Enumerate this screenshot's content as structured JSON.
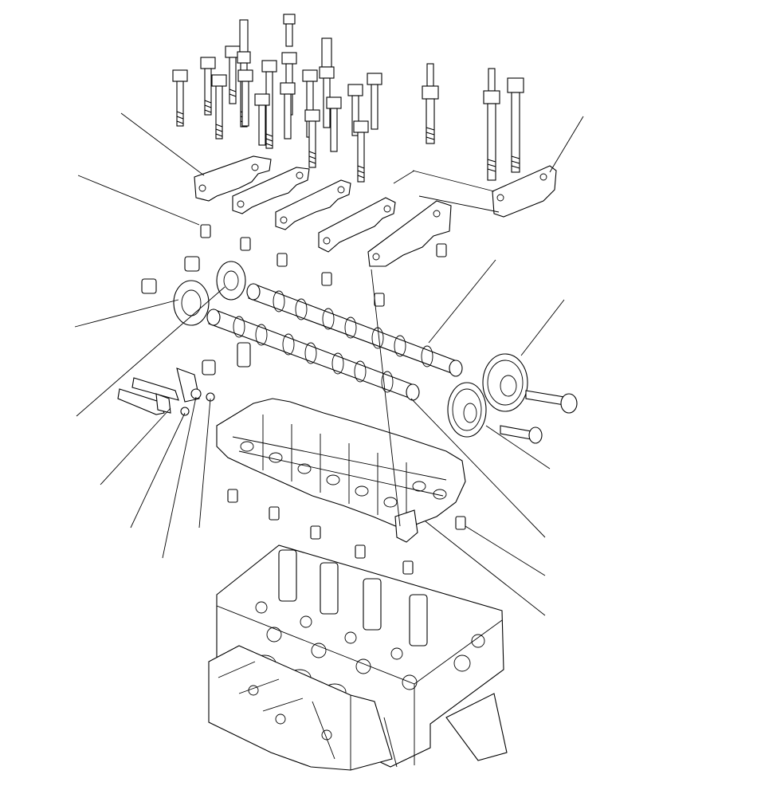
{
  "diagram": {
    "type": "exploded-parts-diagram",
    "labels_visible": false,
    "components": [
      "cam-holder-bolts",
      "cam-holders",
      "dowel-pins",
      "intake-camshaft",
      "exhaust-camshaft",
      "cam-sprockets",
      "sprocket-bolts",
      "rocker-arm-assembly",
      "cylinder-head",
      "engine-block"
    ]
  }
}
